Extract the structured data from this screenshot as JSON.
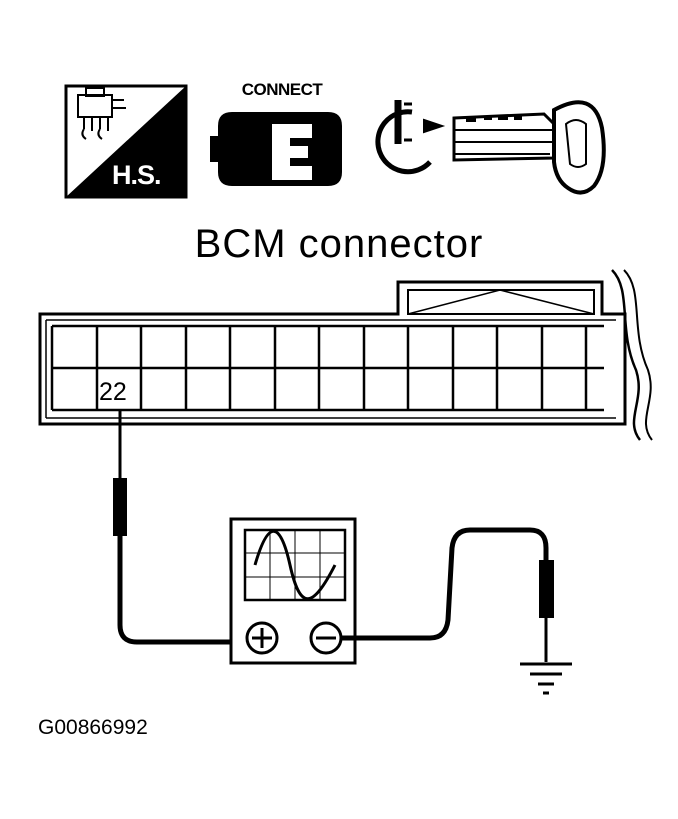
{
  "title": "BCM connector",
  "connect_label": "CONNECT",
  "hs_label": "H.S.",
  "pin_label": "22",
  "figure_id": "G00866992",
  "icons": [
    "harness-sensor-icon",
    "connect-icon",
    "ignition-key-icon",
    "oscilloscope-icon",
    "ground-icon"
  ]
}
